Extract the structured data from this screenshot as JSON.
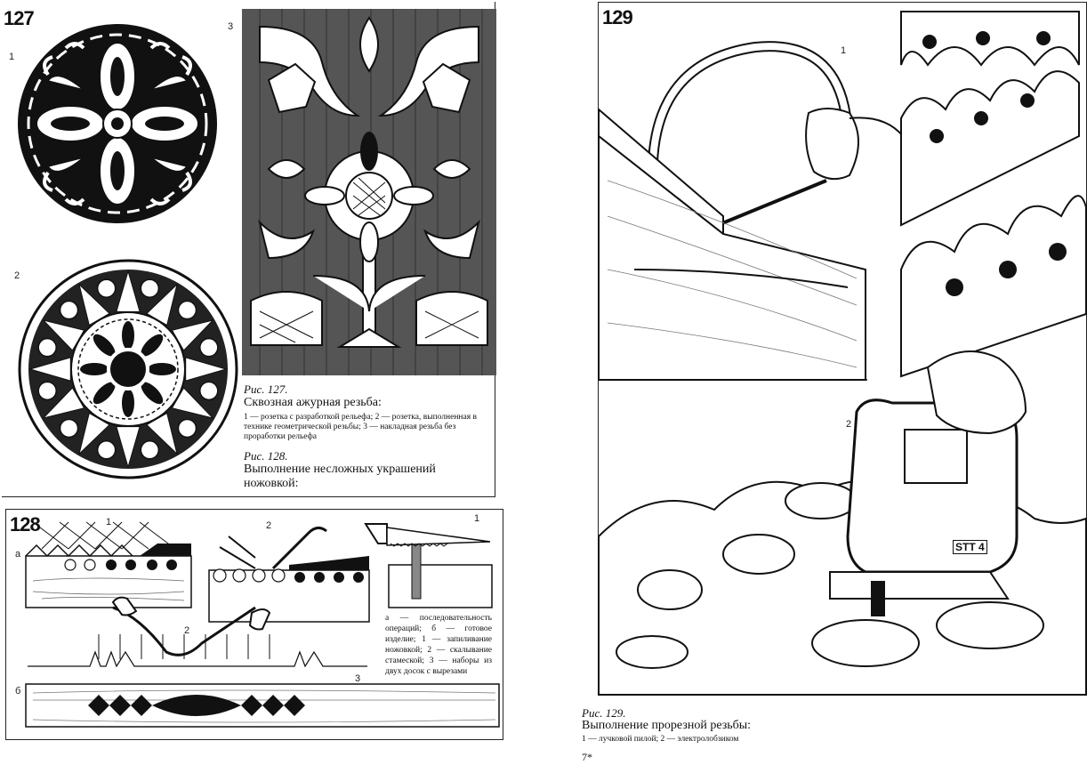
{
  "left_page": {
    "fig127": {
      "number": "127",
      "labels": [
        "1",
        "2",
        "3"
      ],
      "caption_title": "Рис. 127.",
      "caption_head": "Сквозная ажурная резьба:",
      "caption_text": "1 — розетка с разработкой рельефа; 2 — розетка, выполненная в технике геометрической резьбы; 3 — накладная резьба без проработки рельефа"
    },
    "fig128_caption": {
      "title": "Рис. 128.",
      "head": "Выполнение несложных украшений ножовкой:"
    },
    "fig128": {
      "number": "128",
      "labels": {
        "a": "а",
        "b": "б",
        "one": "1",
        "two": "2",
        "three": "3",
        "one_b": "1",
        "two_b": "2"
      },
      "legend": "а — последовательность операций; б — готовое изделие; 1 — запиливание ножовкой; 2 — скалывание стамеской; 3 — наборы из двух досок с вырезами"
    }
  },
  "right_page": {
    "fig129": {
      "number": "129",
      "labels": [
        "1",
        "2"
      ],
      "tool_text": "STT 4",
      "caption_title": "Рис. 129.",
      "caption_head": "Выполнение прорезной резьбы:",
      "caption_text": "1 — лучковой пилой; 2 — электролобзиком"
    },
    "page_mark": "7*"
  },
  "colors": {
    "ink": "#111111",
    "paper": "#ffffff",
    "wood": "#555555"
  }
}
